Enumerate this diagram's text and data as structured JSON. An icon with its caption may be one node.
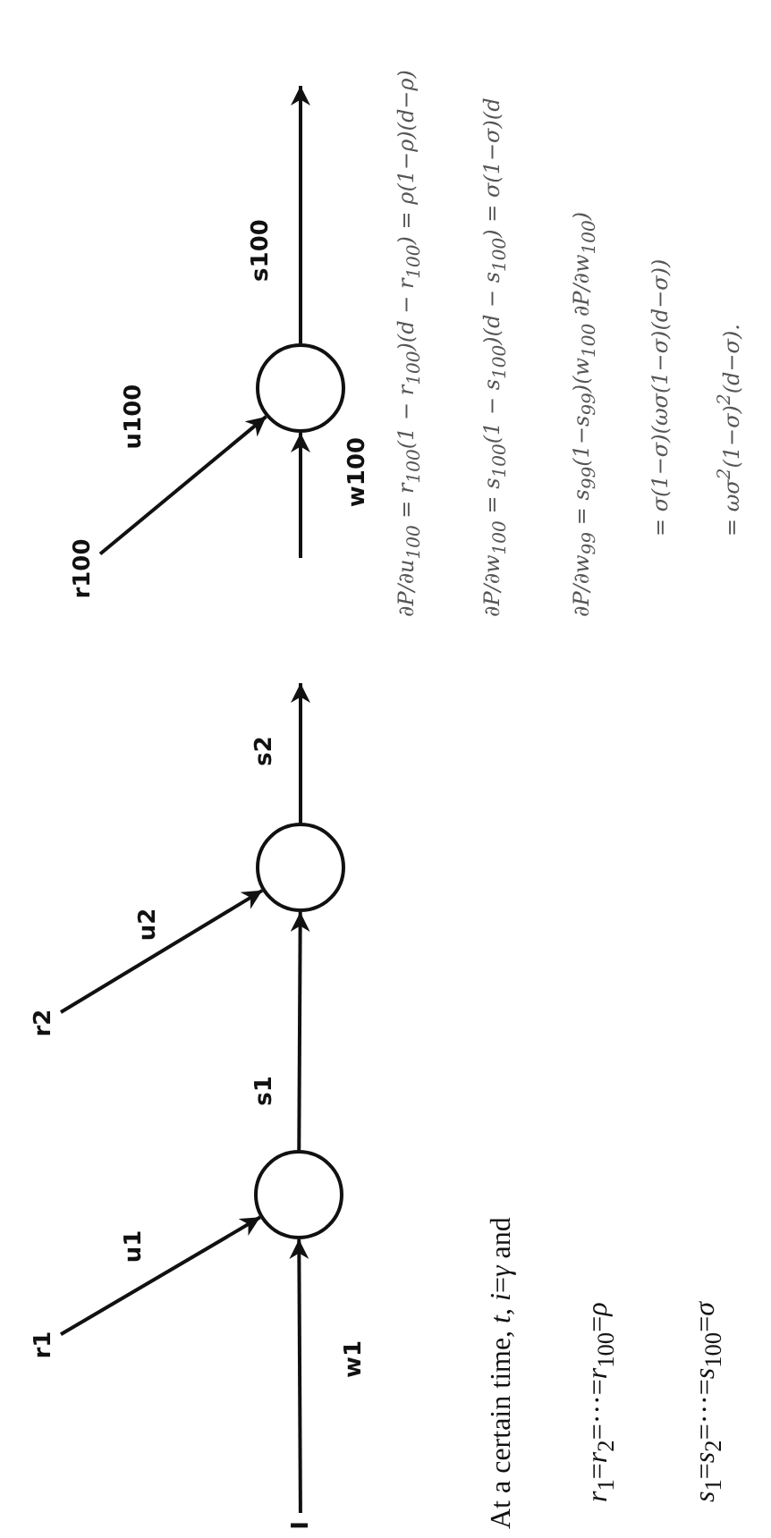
{
  "diagram": {
    "nodes": [
      {
        "text": [
          "I"
        ]
      },
      {
        "text": [
          "r1"
        ]
      },
      {
        "text": [],
        "shape": "circle"
      },
      {
        "text": [
          "r2"
        ]
      },
      {
        "text": [],
        "shape": "circle"
      },
      {
        "text": [
          "r100"
        ]
      },
      {
        "text": [],
        "shape": "circle"
      }
    ],
    "edges": [
      {
        "from": 0,
        "to": 6,
        "arrow": "to",
        "label": "w1"
      },
      {
        "from": 1,
        "to": 6,
        "arrow": "to",
        "label": "u1"
      },
      {
        "from": 6,
        "to": 4,
        "arrow": "to",
        "label": "s1"
      },
      {
        "from": 3,
        "to": 4,
        "arrow": "to",
        "label": "u2"
      },
      {
        "from": 4,
        "to": null,
        "arrow": "to",
        "label": "s2"
      },
      {
        "from": 5,
        "to": 2,
        "arrow": "to",
        "label": "u100"
      },
      {
        "from": null,
        "to": 2,
        "arrow": "to",
        "label": "w100"
      },
      {
        "from": 2,
        "to": null,
        "arrow": "to",
        "label": "s100"
      }
    ],
    "labels": [
      "At a certain time,   *t*,   *i*=*γ*  and",
      "*r*$_{1}$=*r*$_{2}$=···=*r*$_{100}$=*ρ*",
      "*s*$_{1}$=*s*$_{2}$=···=*s*$_{100}$=*σ*",
      "∂P/∂u$_{100}$ = r$_{100}$(1 − r$_{100}$)(d − r$_{100}$) = ρ(1−ρ)(d−ρ)",
      "∂P/∂w$_{100}$ = s$_{100}$(1 − s$_{100}$)(d − s$_{100}$) = σ(1−σ)(d",
      "∂P/∂w$_{99}$ = s$_{99}$(1−s$_{99}$)(w$_{100}$ ∂P/∂w$_{100}$)",
      "= σ(1−σ)(ωσ(1−σ)(d−σ))",
      "= ωσ$^{2}$(1−σ)$^{2}$(d−σ)."
    ]
  }
}
